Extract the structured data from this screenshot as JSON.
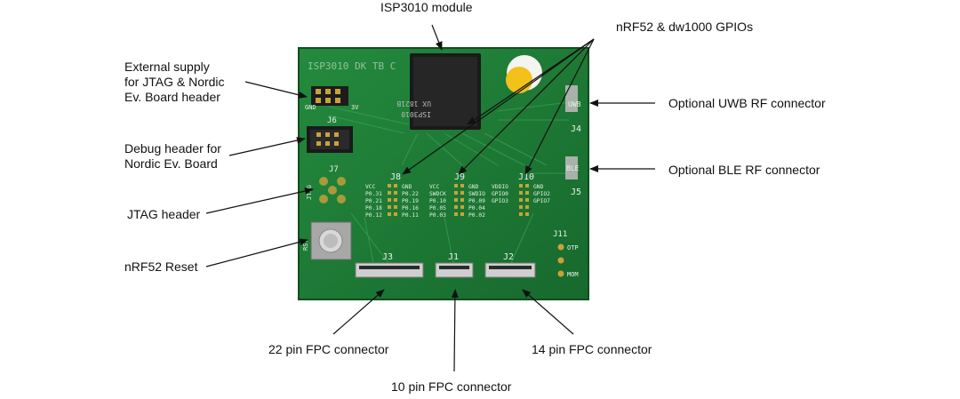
{
  "labels": {
    "module": "ISP3010 module",
    "gpios": "nRF52 & dw1000 GPIOs",
    "ext_supply": [
      "External supply",
      "for JTAG & Nordic",
      "Ev. Board header"
    ],
    "debug_header": [
      "Debug header for",
      "Nordic Ev. Board"
    ],
    "jtag": "JTAG header",
    "reset": "nRF52 Reset",
    "uwb": "Optional UWB RF connector",
    "ble": "Optional BLE RF connector",
    "fpc22": "22 pin FPC connector",
    "fpc10": "10 pin FPC connector",
    "fpc14": "14 pin FPC connector"
  },
  "silkscreen": {
    "board_name": "ISP3010 DK TB C",
    "chip_marking": "ISP3010",
    "chip_code": "UX 1821B",
    "gnd": "GND",
    "v3": "3V",
    "j6": "J6",
    "j7": "J7",
    "jtag": "JTAG",
    "rst": "RST",
    "j8": "J8",
    "j9": "J9",
    "j10": "J10",
    "j3": "J3",
    "j1": "J1",
    "j2": "J2",
    "uwb": "UWB",
    "j4": "J4",
    "ble": "BLE",
    "j5": "J5",
    "j11": "J11",
    "otp": "OTP",
    "mom": "MOM",
    "j8_pins": [
      "VCC",
      "P0.31",
      "P0.21",
      "P0.18",
      "P0.12"
    ],
    "j9a_pins": [
      "GND",
      "P0.22",
      "P0.19",
      "P0.16",
      "P0.11"
    ],
    "j9b_pins": [
      "VCC",
      "SWDCK",
      "P0.10",
      "P0.05",
      "P0.03"
    ],
    "j9c_pins": [
      "GND",
      "SWDIO",
      "P0.09",
      "P0.04",
      "P0.02"
    ],
    "j10a_pins": [
      "VDDIO",
      "GPIO0",
      "GPIO3"
    ],
    "j10b_pins": [
      "GND",
      "GPIO2",
      "GPIO7"
    ]
  },
  "colors": {
    "pcb": "#1f7a36",
    "pcb_edge": "#135a25",
    "module": "#1a1a1a",
    "gold": "#c9a23a",
    "yellow_dot": "#f2c21b",
    "arrow": "#111111"
  }
}
